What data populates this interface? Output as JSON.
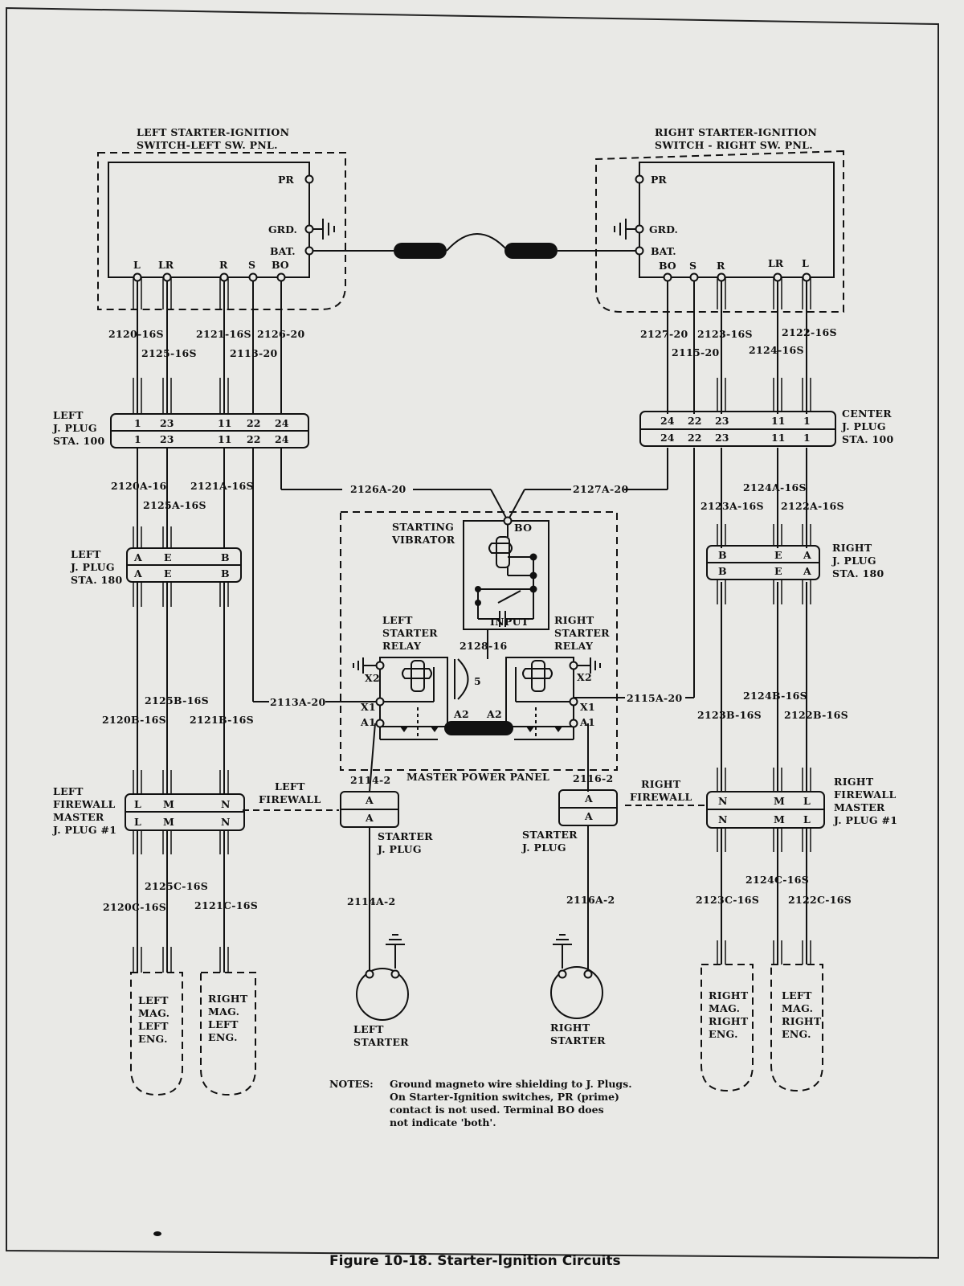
{
  "caption": "Figure 10-18. Starter-Ignition Circuits",
  "switches": {
    "left_title": [
      "LEFT STARTER-IGNITION",
      "SWITCH-LEFT SW. PNL."
    ],
    "right_title": [
      "RIGHT STARTER-IGNITION",
      "SWITCH - RIGHT SW. PNL."
    ],
    "pr": "PR",
    "grd": "GRD.",
    "bat": "BAT.",
    "left_terms": [
      "L",
      "LR",
      "R",
      "S",
      "BO"
    ],
    "right_terms": [
      "BO",
      "S",
      "R",
      "LR",
      "L"
    ]
  },
  "wires": {
    "w2120": "2120-16S",
    "w2125": "2125-16S",
    "w2121": "2121-16S",
    "w2126": "2126-20",
    "w2113": "2113-20",
    "w2127": "2127-20",
    "w2123": "2123-16S",
    "w2122": "2122-16S",
    "w2115": "2115-20",
    "w2124": "2124-16S",
    "w2120A": "2120A-16",
    "w2125A": "2125A-16S",
    "w2121A": "2121A-16S",
    "w2126A": "2126A-20",
    "w2127A": "2127A-20",
    "w2124A": "2124A-16S",
    "w2123A": "2123A-16S",
    "w2122A": "2122A-16S",
    "w2125B": "2125B-16S",
    "w2120B": "2120B-16S",
    "w2121B": "2121B-16S",
    "w2113A": "2113A-20",
    "w2115A": "2115A-20",
    "w2124B": "2124B-16S",
    "w2123B": "2123B-16S",
    "w2122B": "2122B-16S",
    "w2128": "2128-16",
    "w2114": "2114-2",
    "w2116": "2116-2",
    "w2125C": "2125C-16S",
    "w2120C": "2120C-16S",
    "w2121C": "2121C-16S",
    "w2124C": "2124C-16S",
    "w2123C": "2123C-16S",
    "w2122C": "2122C-16S",
    "w2114A": "2114A-2",
    "w2116A": "2116A-2"
  },
  "plugs": {
    "left_sta100": {
      "label": [
        "LEFT",
        "J. PLUG",
        "STA. 100"
      ],
      "pins": [
        "1",
        "23",
        "11",
        "22",
        "24"
      ]
    },
    "center_sta100": {
      "label": [
        "CENTER",
        "J. PLUG",
        "STA. 100"
      ],
      "pins": [
        "24",
        "22",
        "23",
        "11",
        "1"
      ]
    },
    "left_sta180": {
      "label": [
        "LEFT",
        "J. PLUG",
        "STA. 180"
      ],
      "pins": [
        "A",
        "E",
        "B"
      ]
    },
    "right_sta180": {
      "label": [
        "RIGHT",
        "J. PLUG",
        "STA. 180"
      ],
      "pins": [
        "B",
        "E",
        "A"
      ]
    },
    "left_firewall_master": {
      "label": [
        "LEFT",
        "FIREWALL",
        "MASTER",
        "J. PLUG #1"
      ],
      "pins": [
        "L",
        "M",
        "N"
      ]
    },
    "right_firewall_master": {
      "label": [
        "RIGHT",
        "FIREWALL",
        "MASTER",
        "J. PLUG #1"
      ],
      "pins": [
        "N",
        "M",
        "L"
      ]
    },
    "left_starter_jplug": {
      "label": [
        "STARTER",
        "J. PLUG"
      ],
      "pin": "A"
    },
    "right_starter_jplug": {
      "label": [
        "STARTER",
        "J. PLUG"
      ],
      "pin": "A"
    },
    "left_firewall": [
      "LEFT",
      "FIREWALL"
    ],
    "right_firewall": [
      "RIGHT",
      "FIREWALL"
    ]
  },
  "master_panel": {
    "title": "MASTER POWER PANEL",
    "vibrator": [
      "STARTING",
      "VIBRATOR"
    ],
    "bo": "BO",
    "input": "INPUT",
    "left_relay": [
      "LEFT",
      "STARTER",
      "RELAY"
    ],
    "right_relay": [
      "RIGHT",
      "STARTER",
      "RELAY"
    ],
    "x1": "X1",
    "x2": "X2",
    "a1": "A1",
    "a2": "A2",
    "five": "5"
  },
  "magnetos": {
    "left_mag_left": [
      "LEFT",
      "MAG.",
      "LEFT",
      "ENG."
    ],
    "right_mag_left": [
      "RIGHT",
      "MAG.",
      "LEFT",
      "ENG."
    ],
    "right_mag_right": [
      "RIGHT",
      "MAG.",
      "RIGHT",
      "ENG."
    ],
    "left_mag_right": [
      "LEFT",
      "MAG.",
      "RIGHT",
      "ENG."
    ]
  },
  "starters": {
    "left": [
      "LEFT",
      "STARTER"
    ],
    "right": [
      "RIGHT",
      "STARTER"
    ]
  },
  "notes": {
    "label": "NOTES:",
    "lines": [
      "Ground magneto wire shielding to J. Plugs.",
      "On Starter-Ignition switches, PR (prime)",
      "contact is not used.  Terminal BO does",
      "not indicate 'both'."
    ]
  }
}
